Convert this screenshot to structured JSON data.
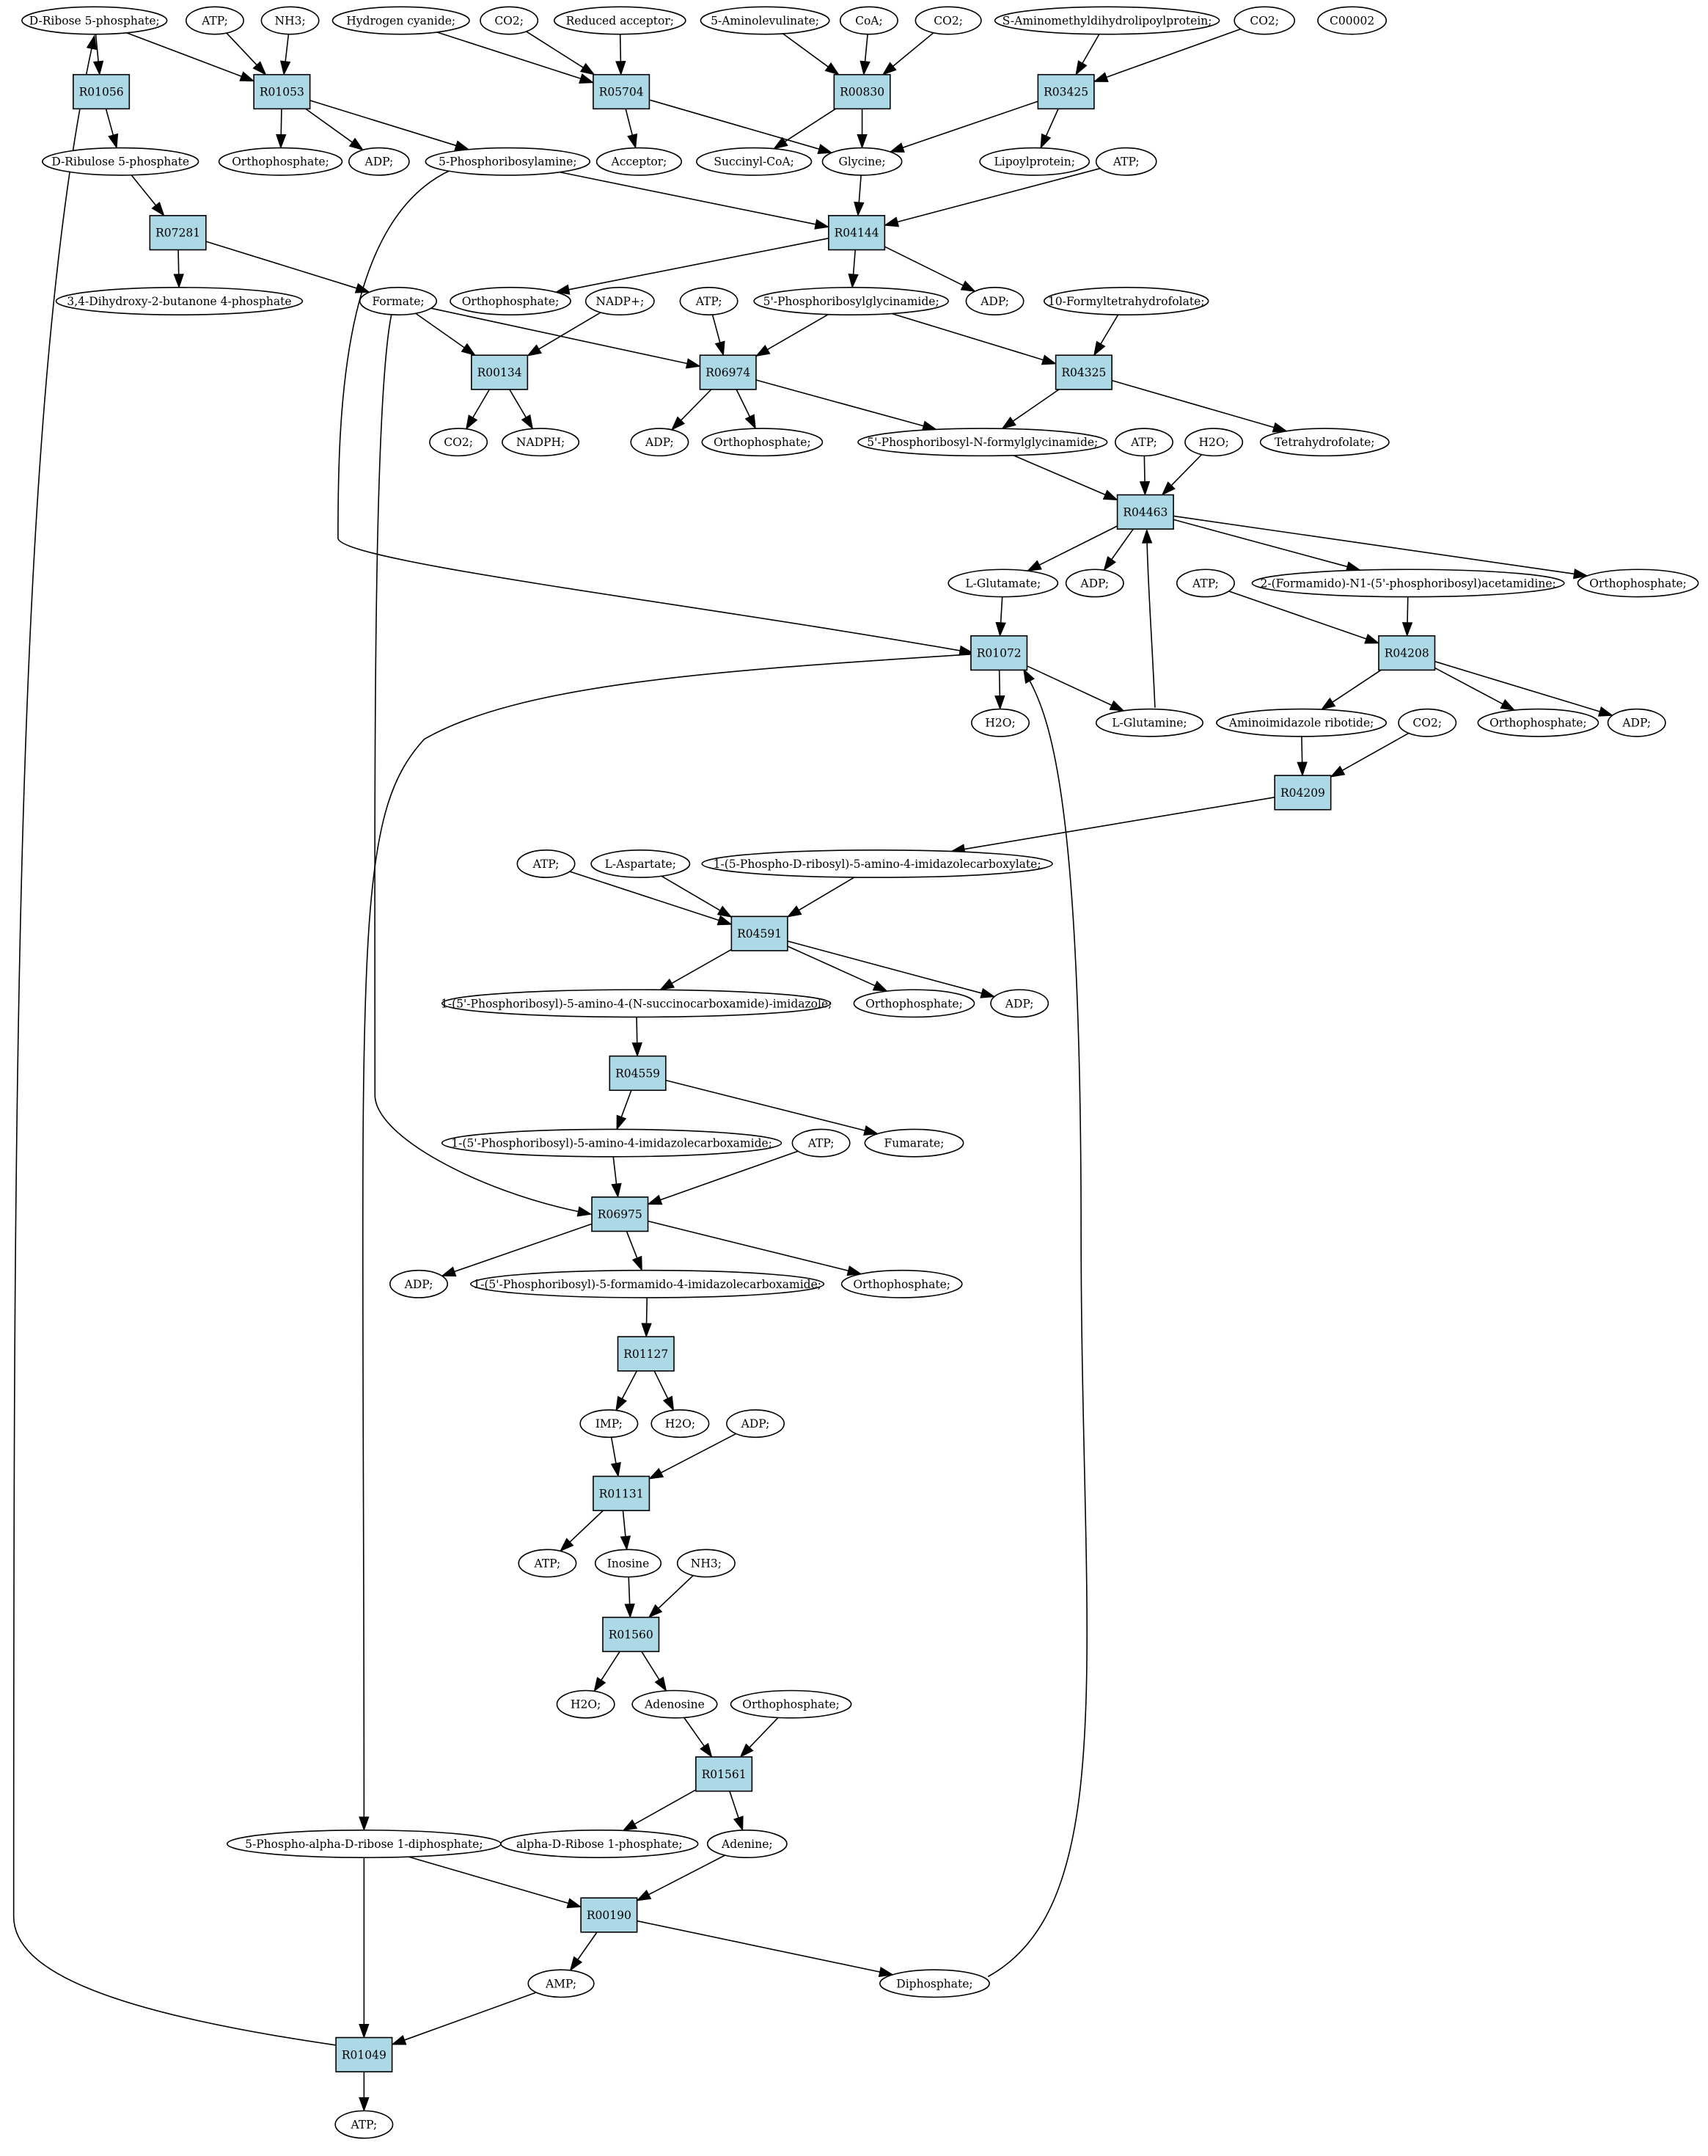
{
  "colors": {
    "reaction_fill": "#add8e6",
    "start_fill": "#00ff00",
    "target_fill": "#ffff00",
    "compound_fill": "#ffffff",
    "stroke": "#000000"
  },
  "compounds": [
    {
      "id": "c_r5p",
      "label": "D-Ribose 5-phosphate;",
      "style": "start"
    },
    {
      "id": "c_atp1",
      "label": "ATP;"
    },
    {
      "id": "c_nh3a",
      "label": "NH3;"
    },
    {
      "id": "c_hcn",
      "label": "Hydrogen cyanide;"
    },
    {
      "id": "c_co2a",
      "label": "CO2;"
    },
    {
      "id": "c_redacc",
      "label": "Reduced acceptor;"
    },
    {
      "id": "c_ala",
      "label": "5-Aminolevulinate;"
    },
    {
      "id": "c_coa",
      "label": "CoA;"
    },
    {
      "id": "c_co2b",
      "label": "CO2;"
    },
    {
      "id": "c_samdl",
      "label": "S-Aminomethyldihydrolipoylprotein;"
    },
    {
      "id": "c_co2c",
      "label": "CO2;"
    },
    {
      "id": "c_c00002",
      "label": "C00002",
      "style": "target"
    },
    {
      "id": "c_r5p2",
      "label": "D-Ribulose 5-phosphate"
    },
    {
      "id": "c_ortho1",
      "label": "Orthophosphate;"
    },
    {
      "id": "c_adp1",
      "label": "ADP;"
    },
    {
      "id": "c_prpa",
      "label": "5-Phosphoribosylamine;"
    },
    {
      "id": "c_acc",
      "label": "Acceptor;"
    },
    {
      "id": "c_succoa",
      "label": "Succinyl-CoA;"
    },
    {
      "id": "c_gly",
      "label": "Glycine;"
    },
    {
      "id": "c_lipo",
      "label": "Lipoylprotein;"
    },
    {
      "id": "c_atp2",
      "label": "ATP;"
    },
    {
      "id": "c_dhbp",
      "label": "3,4-Dihydroxy-2-butanone 4-phosphate"
    },
    {
      "id": "c_form",
      "label": "Formate;"
    },
    {
      "id": "c_ortho2",
      "label": "Orthophosphate;"
    },
    {
      "id": "c_nadp",
      "label": "NADP+;"
    },
    {
      "id": "c_atp3",
      "label": "ATP;"
    },
    {
      "id": "c_gar",
      "label": "5'-Phosphoribosylglycinamide;"
    },
    {
      "id": "c_adp2",
      "label": "ADP;"
    },
    {
      "id": "c_fthf",
      "label": "10-Formyltetrahydrofolate;"
    },
    {
      "id": "c_co2d",
      "label": "CO2;"
    },
    {
      "id": "c_nadph",
      "label": "NADPH;"
    },
    {
      "id": "c_adp3",
      "label": "ADP;"
    },
    {
      "id": "c_ortho3",
      "label": "Orthophosphate;"
    },
    {
      "id": "c_fgar",
      "label": "5'-Phosphoribosyl-N-formylglycinamide;"
    },
    {
      "id": "c_atp4",
      "label": "ATP;"
    },
    {
      "id": "c_h2oa",
      "label": "H2O;"
    },
    {
      "id": "c_thf",
      "label": "Tetrahydrofolate;"
    },
    {
      "id": "c_glu",
      "label": "L-Glutamate;"
    },
    {
      "id": "c_adp4",
      "label": "ADP;"
    },
    {
      "id": "c_atp5",
      "label": "ATP;"
    },
    {
      "id": "c_fgam",
      "label": "2-(Formamido)-N1-(5'-phosphoribosyl)acetamidine;"
    },
    {
      "id": "c_ortho4",
      "label": "Orthophosphate;"
    },
    {
      "id": "c_h2ob",
      "label": "H2O;"
    },
    {
      "id": "c_gln",
      "label": "L-Glutamine;"
    },
    {
      "id": "c_air",
      "label": "Aminoimidazole ribotide;"
    },
    {
      "id": "c_co2e",
      "label": "CO2;"
    },
    {
      "id": "c_ortho5",
      "label": "Orthophosphate;"
    },
    {
      "id": "c_adp5",
      "label": "ADP;"
    },
    {
      "id": "c_atp6",
      "label": "ATP;"
    },
    {
      "id": "c_asp",
      "label": "L-Aspartate;"
    },
    {
      "id": "c_cair",
      "label": "1-(5-Phospho-D-ribosyl)-5-amino-4-imidazolecarboxylate;"
    },
    {
      "id": "c_saicar",
      "label": "1-(5'-Phosphoribosyl)-5-amino-4-(N-succinocarboxamide)-imidazole;"
    },
    {
      "id": "c_ortho6",
      "label": "Orthophosphate;"
    },
    {
      "id": "c_adp6",
      "label": "ADP;"
    },
    {
      "id": "c_aicar",
      "label": "1-(5'-Phosphoribosyl)-5-amino-4-imidazolecarboxamide;"
    },
    {
      "id": "c_atp7",
      "label": "ATP;"
    },
    {
      "id": "c_fum",
      "label": "Fumarate;"
    },
    {
      "id": "c_adp7",
      "label": "ADP;"
    },
    {
      "id": "c_faicar",
      "label": "1-(5'-Phosphoribosyl)-5-formamido-4-imidazolecarboxamide;"
    },
    {
      "id": "c_ortho7",
      "label": "Orthophosphate;"
    },
    {
      "id": "c_imp",
      "label": "IMP;"
    },
    {
      "id": "c_h2oc",
      "label": "H2O;"
    },
    {
      "id": "c_adp8",
      "label": "ADP;"
    },
    {
      "id": "c_atp8",
      "label": "ATP;"
    },
    {
      "id": "c_ino",
      "label": "Inosine"
    },
    {
      "id": "c_nh3b",
      "label": "NH3;"
    },
    {
      "id": "c_h2od",
      "label": "H2O;"
    },
    {
      "id": "c_ade",
      "label": "Adenosine"
    },
    {
      "id": "c_ortho8",
      "label": "Orthophosphate;"
    },
    {
      "id": "c_prpp",
      "label": "5-Phospho-alpha-D-ribose 1-diphosphate;"
    },
    {
      "id": "c_r1p",
      "label": "alpha-D-Ribose 1-phosphate;"
    },
    {
      "id": "c_adenine",
      "label": "Adenine;"
    },
    {
      "id": "c_amp",
      "label": "AMP;"
    },
    {
      "id": "c_pp",
      "label": "Diphosphate;"
    },
    {
      "id": "c_atp9",
      "label": "ATP;"
    }
  ],
  "reactions": [
    {
      "id": "r01056",
      "label": "R01056"
    },
    {
      "id": "r01053",
      "label": "R01053"
    },
    {
      "id": "r05704",
      "label": "R05704"
    },
    {
      "id": "r00830",
      "label": "R00830"
    },
    {
      "id": "r03425",
      "label": "R03425"
    },
    {
      "id": "r07281",
      "label": "R07281"
    },
    {
      "id": "r04144",
      "label": "R04144"
    },
    {
      "id": "r00134",
      "label": "R00134"
    },
    {
      "id": "r06974",
      "label": "R06974"
    },
    {
      "id": "r04325",
      "label": "R04325"
    },
    {
      "id": "r04463",
      "label": "R04463"
    },
    {
      "id": "r01072",
      "label": "R01072"
    },
    {
      "id": "r04208",
      "label": "R04208"
    },
    {
      "id": "r04209",
      "label": "R04209"
    },
    {
      "id": "r04591",
      "label": "R04591"
    },
    {
      "id": "r04559",
      "label": "R04559"
    },
    {
      "id": "r06975",
      "label": "R06975"
    },
    {
      "id": "r01127",
      "label": "R01127"
    },
    {
      "id": "r01131",
      "label": "R01131"
    },
    {
      "id": "r01560",
      "label": "R01560"
    },
    {
      "id": "r01561",
      "label": "R01561"
    },
    {
      "id": "r00190",
      "label": "R00190"
    },
    {
      "id": "r01049",
      "label": "R01049"
    }
  ],
  "edges": [
    [
      "c_r5p",
      "r01056"
    ],
    [
      "c_r5p",
      "r01053"
    ],
    [
      "c_atp1",
      "r01053"
    ],
    [
      "c_nh3a",
      "r01053"
    ],
    [
      "r01056",
      "c_r5p2"
    ],
    [
      "r01053",
      "c_ortho1"
    ],
    [
      "r01053",
      "c_adp1"
    ],
    [
      "r01053",
      "c_prpa"
    ],
    [
      "c_hcn",
      "r05704"
    ],
    [
      "c_co2a",
      "r05704"
    ],
    [
      "c_redacc",
      "r05704"
    ],
    [
      "r05704",
      "c_acc"
    ],
    [
      "r05704",
      "c_gly"
    ],
    [
      "c_ala",
      "r00830"
    ],
    [
      "c_coa",
      "r00830"
    ],
    [
      "c_co2b",
      "r00830"
    ],
    [
      "r00830",
      "c_succoa"
    ],
    [
      "r00830",
      "c_gly"
    ],
    [
      "c_samdl",
      "r03425"
    ],
    [
      "c_co2c",
      "r03425"
    ],
    [
      "r03425",
      "c_gly"
    ],
    [
      "r03425",
      "c_lipo"
    ],
    [
      "c_r5p2",
      "r07281"
    ],
    [
      "r07281",
      "c_dhbp"
    ],
    [
      "r07281",
      "c_form"
    ],
    [
      "c_prpa",
      "r04144"
    ],
    [
      "c_gly",
      "r04144"
    ],
    [
      "c_atp2",
      "r04144"
    ],
    [
      "r04144",
      "c_ortho2"
    ],
    [
      "r04144",
      "c_gar"
    ],
    [
      "r04144",
      "c_adp2"
    ],
    [
      "c_form",
      "r00134"
    ],
    [
      "c_nadp",
      "r00134"
    ],
    [
      "r00134",
      "c_co2d"
    ],
    [
      "r00134",
      "c_nadph"
    ],
    [
      "c_form",
      "r06974"
    ],
    [
      "c_atp3",
      "r06974"
    ],
    [
      "c_gar",
      "r06974"
    ],
    [
      "r06974",
      "c_adp3"
    ],
    [
      "r06974",
      "c_ortho3"
    ],
    [
      "r06974",
      "c_fgar"
    ],
    [
      "c_gar",
      "r04325"
    ],
    [
      "c_fthf",
      "r04325"
    ],
    [
      "r04325",
      "c_fgar"
    ],
    [
      "r04325",
      "c_thf"
    ],
    [
      "c_fgar",
      "r04463"
    ],
    [
      "c_atp4",
      "r04463"
    ],
    [
      "c_h2oa",
      "r04463"
    ],
    [
      "c_gln",
      "r04463"
    ],
    [
      "r04463",
      "c_glu"
    ],
    [
      "r04463",
      "c_adp4"
    ],
    [
      "r04463",
      "c_fgam"
    ],
    [
      "r04463",
      "c_ortho4"
    ],
    [
      "c_glu",
      "r01072"
    ],
    [
      "c_prpa",
      "r01072"
    ],
    [
      "c_pp",
      "r01072"
    ],
    [
      "r01072",
      "c_h2ob"
    ],
    [
      "r01072",
      "c_gln"
    ],
    [
      "r01072",
      "c_prpp"
    ],
    [
      "c_atp5",
      "r04208"
    ],
    [
      "c_fgam",
      "r04208"
    ],
    [
      "r04208",
      "c_air"
    ],
    [
      "r04208",
      "c_ortho5"
    ],
    [
      "r04208",
      "c_adp5"
    ],
    [
      "c_air",
      "r04209"
    ],
    [
      "c_co2e",
      "r04209"
    ],
    [
      "r04209",
      "c_cair"
    ],
    [
      "c_atp6",
      "r04591"
    ],
    [
      "c_asp",
      "r04591"
    ],
    [
      "c_cair",
      "r04591"
    ],
    [
      "r04591",
      "c_saicar"
    ],
    [
      "r04591",
      "c_ortho6"
    ],
    [
      "r04591",
      "c_adp6"
    ],
    [
      "c_saicar",
      "r04559"
    ],
    [
      "r04559",
      "c_aicar"
    ],
    [
      "r04559",
      "c_fum"
    ],
    [
      "c_aicar",
      "r06975"
    ],
    [
      "c_atp7",
      "r06975"
    ],
    [
      "c_form",
      "r06975"
    ],
    [
      "r06975",
      "c_adp7"
    ],
    [
      "r06975",
      "c_faicar"
    ],
    [
      "r06975",
      "c_ortho7"
    ],
    [
      "c_faicar",
      "r01127"
    ],
    [
      "r01127",
      "c_imp"
    ],
    [
      "r01127",
      "c_h2oc"
    ],
    [
      "c_imp",
      "r01131"
    ],
    [
      "c_adp8",
      "r01131"
    ],
    [
      "r01131",
      "c_atp8"
    ],
    [
      "r01131",
      "c_ino"
    ],
    [
      "c_ino",
      "r01560"
    ],
    [
      "c_nh3b",
      "r01560"
    ],
    [
      "r01560",
      "c_h2od"
    ],
    [
      "r01560",
      "c_ade"
    ],
    [
      "c_ade",
      "r01561"
    ],
    [
      "c_ortho8",
      "r01561"
    ],
    [
      "r01561",
      "c_r1p"
    ],
    [
      "r01561",
      "c_adenine"
    ],
    [
      "c_prpp",
      "r00190"
    ],
    [
      "c_adenine",
      "r00190"
    ],
    [
      "r00190",
      "c_amp"
    ],
    [
      "r00190",
      "c_pp"
    ],
    [
      "c_prpp",
      "r01049"
    ],
    [
      "c_amp",
      "r01049"
    ],
    [
      "r01049",
      "c_atp9"
    ],
    [
      "r01049",
      "c_r5p"
    ]
  ]
}
